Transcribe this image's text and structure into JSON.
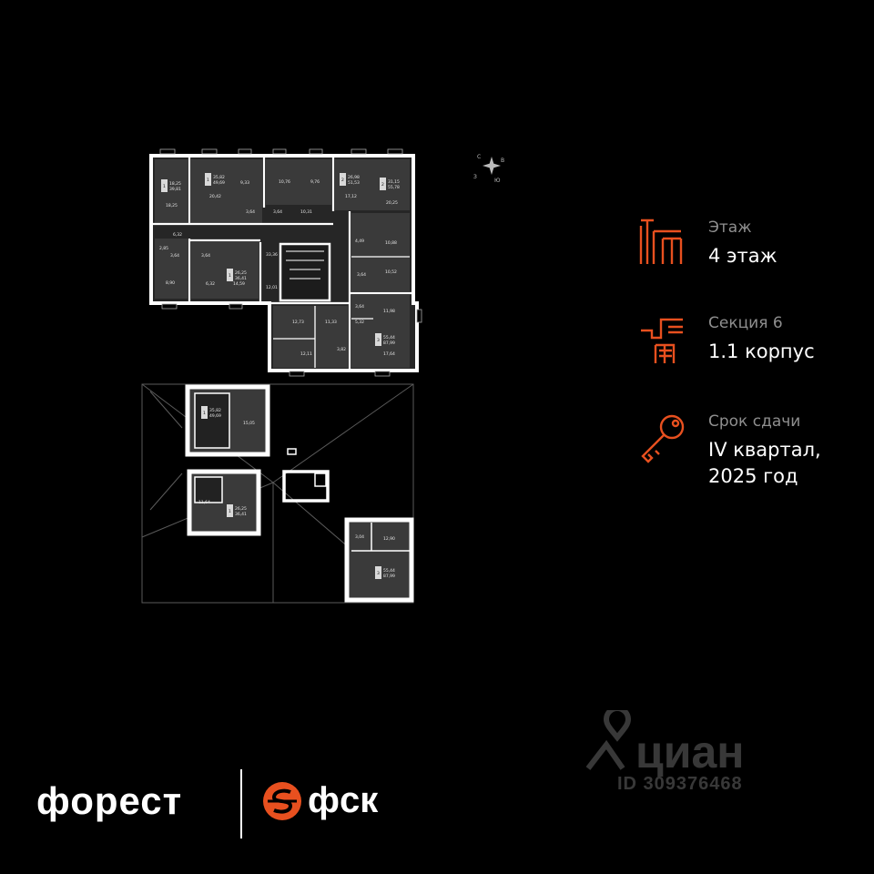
{
  "floor": {
    "label": "Этаж",
    "value": "4 этаж"
  },
  "section": {
    "label": "Секция 6",
    "value": "1.1 корпус"
  },
  "deadline": {
    "label": "Срок сдачи",
    "value_line1": "IV квартал,",
    "value_line2": "2025 год"
  },
  "compass": {
    "n": "С",
    "e": "В",
    "s": "Ю",
    "w": "З"
  },
  "branding": {
    "forest": "форест",
    "fsk": "фск"
  },
  "watermark": {
    "brand": "циан",
    "id": "ID 309376468"
  },
  "colors": {
    "accent": "#e8501f",
    "background": "#000000",
    "label_gray": "#8f8f8f",
    "wall": "#ffffff"
  },
  "plan": {
    "main_block": {
      "top_row": [
        {
          "badge_num": "1",
          "badge_lines": [
            "18,25",
            "39,81"
          ],
          "rooms": [
            "18,25"
          ]
        },
        {
          "badge_num": "1",
          "badge_lines": [
            "35,82",
            "49,69"
          ],
          "rooms": [
            "20,42",
            "9,33",
            "3,64"
          ]
        },
        {
          "badge_num": "",
          "badge_lines": [],
          "rooms": [
            "10,76",
            "9,76",
            "3,64"
          ]
        },
        {
          "badge_num": "2",
          "badge_lines": [
            "26,98",
            "51,53"
          ],
          "rooms": [
            "10,31",
            "17,12"
          ]
        },
        {
          "badge_num": "2",
          "badge_lines": [
            "31,15",
            "55,78"
          ],
          "rooms": [
            "20,25"
          ]
        }
      ],
      "middle_row": [
        {
          "badge_num": "",
          "badge_lines": [],
          "rooms": [
            "6,32",
            "2,85",
            "3,64",
            "8,90"
          ]
        },
        {
          "badge_num": "1",
          "badge_lines": [
            "26,25",
            "36,41"
          ],
          "rooms": [
            "3,64",
            "6,32",
            "14,59"
          ]
        },
        {
          "badge_num": "",
          "badge_lines": [],
          "rooms": [
            "33,36",
            "12,01"
          ]
        },
        {
          "badge_num": "",
          "badge_lines": [],
          "rooms": [
            "4,49",
            "10,88",
            "3,64",
            "10,52"
          ]
        }
      ],
      "bottom_row": [
        {
          "badge_num": "",
          "badge_lines": [],
          "rooms": [
            "12,73",
            "11,33",
            "12,11",
            "3,82"
          ]
        },
        {
          "badge_num": "3",
          "badge_lines": [
            "55,44",
            "87,99"
          ],
          "rooms": [
            "3,64",
            "11,98",
            "5,32",
            "17,64"
          ]
        }
      ]
    },
    "lower_units": [
      {
        "badge_num": "1",
        "badge_lines": [
          "35,82",
          "49,69"
        ],
        "rooms": [
          "15,05"
        ]
      },
      {
        "badge_num": "1",
        "badge_lines": [
          "26,25",
          "36,41"
        ],
        "rooms": [
          "11,64"
        ]
      },
      {
        "badge_num": "3",
        "badge_lines": [
          "55,44",
          "87,99"
        ],
        "rooms": [
          "3,04",
          "12,90"
        ]
      }
    ]
  }
}
